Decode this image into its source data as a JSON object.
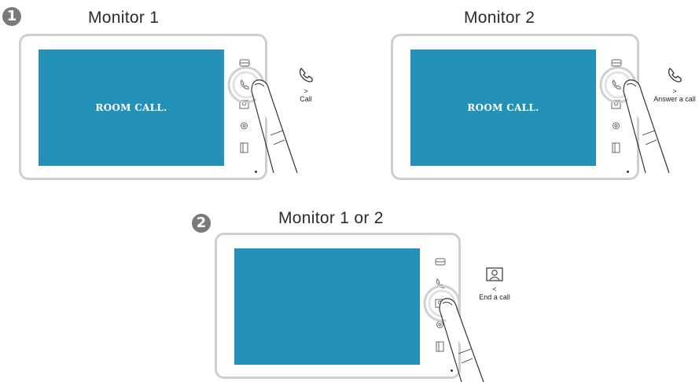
{
  "steps": [
    {
      "number": "1",
      "monitors": [
        {
          "title": "Monitor 1",
          "screen_text": "ROOM CALL.",
          "action": {
            "icon": "phone-icon",
            "caret": ">",
            "label": "Call"
          }
        },
        {
          "title": "Monitor 2",
          "screen_text": "ROOM CALL.",
          "action": {
            "icon": "phone-icon",
            "caret": ">",
            "label": "Answer a call"
          }
        }
      ]
    },
    {
      "number": "2",
      "monitors": [
        {
          "title": "Monitor 1 or 2",
          "screen_text": "",
          "action": {
            "icon": "person-frame-icon",
            "caret": "<",
            "label": "End a call"
          }
        }
      ]
    }
  ],
  "colors": {
    "screen": "#2391b8",
    "bezel": "#cfcfcf",
    "badge": "#7a7a7a"
  },
  "side_buttons": [
    "intercom-icon",
    "phone-icon",
    "monitor-icon",
    "gear-icon",
    "door-icon"
  ]
}
